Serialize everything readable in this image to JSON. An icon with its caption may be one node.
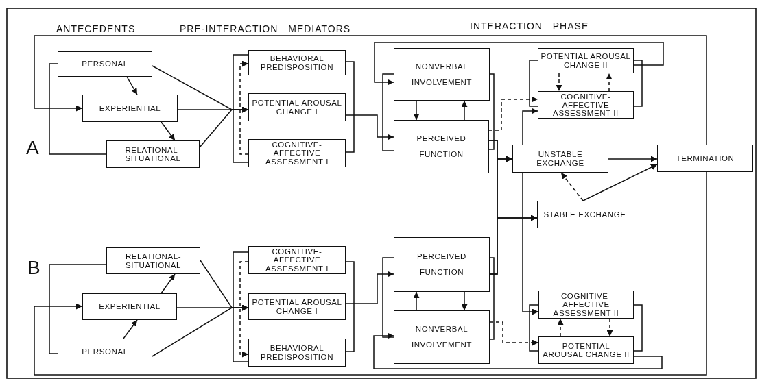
{
  "diagram": {
    "nodes": [
      {
        "text": [
          "PERSONAL"
        ]
      },
      {
        "text": [
          "EXPERIENTIAL"
        ]
      },
      {
        "text": [
          "RELATIONAL-SITUATIONAL"
        ]
      },
      {
        "text": [
          "BEHAVIORAL PREDISPOSITION"
        ]
      },
      {
        "text": [
          "POTENTIAL AROUSAL CHANGE I"
        ]
      },
      {
        "text": [
          "COGNITIVE-AFFECTIVE ASSESSMENT I"
        ]
      },
      {
        "text": [
          "NONVERBAL INVOLVEMENT"
        ]
      },
      {
        "text": [
          "PERCEIVED FUNCTION"
        ]
      },
      {
        "text": [
          "POTENTIAL AROUSAL CHANGE II"
        ]
      },
      {
        "text": [
          "COGNITIVE-AFFECTIVE ASSESSMENT II"
        ]
      },
      {
        "text": [
          "UNSTABLE EXCHANGE"
        ]
      },
      {
        "text": [
          "TERMINATION"
        ]
      },
      {
        "text": [
          "STABLE EXCHANGE"
        ]
      },
      {
        "text": [
          "RELATIONAL-SITUATIONAL"
        ]
      },
      {
        "text": [
          "EXPERIENTIAL"
        ]
      },
      {
        "text": [
          "PERSONAL"
        ]
      },
      {
        "text": [
          "COGNITIVE-AFFECTIVE ASSESSMENT I"
        ]
      },
      {
        "text": [
          "POTENTIAL AROUSAL CHANGE I"
        ]
      },
      {
        "text": [
          "BEHAVIORAL PREDISPOSITION"
        ]
      },
      {
        "text": [
          "PERCEIVED FUNCTION"
        ]
      },
      {
        "text": [
          "NONVERBAL INVOLVEMENT"
        ]
      },
      {
        "text": [
          "COGNITIVE-AFFECTIVE ASSESSMENT II"
        ]
      },
      {
        "text": [
          "POTENTIAL AROUSAL CHANGE II"
        ]
      }
    ],
    "edges": [
      {
        "from": 0,
        "to": 1,
        "arrow": "to"
      },
      {
        "from": 1,
        "to": 2,
        "arrow": "to"
      },
      {
        "from": 0,
        "to": 4,
        "arrow": "to"
      },
      {
        "from": 1,
        "to": 4,
        "arrow": "to"
      },
      {
        "from": 2,
        "to": 4,
        "arrow": "to"
      },
      {
        "from": 5,
        "to": 3,
        "arrow": "to",
        "style": "dashed"
      },
      {
        "from": 4,
        "to": 7,
        "arrow": "to"
      },
      {
        "from": 8,
        "to": 6,
        "arrow": "to"
      },
      {
        "from": 6,
        "to": 7,
        "arrow": "to"
      },
      {
        "from": 7,
        "to": 6,
        "arrow": "to"
      },
      {
        "from": 7,
        "to": 9,
        "arrow": "to",
        "style": "dashed"
      },
      {
        "from": 8,
        "to": 9,
        "arrow": "to",
        "style": "dashed"
      },
      {
        "from": 9,
        "to": 8,
        "arrow": "to",
        "style": "dashed"
      },
      {
        "from": 7,
        "to": 10,
        "arrow": "to"
      },
      {
        "from": 7,
        "to": 12,
        "arrow": "to"
      },
      {
        "from": 19,
        "to": 10,
        "arrow": "to"
      },
      {
        "from": 19,
        "to": 12,
        "arrow": "to"
      },
      {
        "from": 10,
        "to": 9,
        "arrow": "to"
      },
      {
        "from": 10,
        "to": 21,
        "arrow": "to"
      },
      {
        "from": 10,
        "to": 11,
        "arrow": "to"
      },
      {
        "from": 12,
        "to": 11,
        "arrow": "to"
      },
      {
        "from": 12,
        "to": 10,
        "arrow": "to",
        "style": "dashed"
      },
      {
        "from": 11,
        "to": 1,
        "arrow": "to"
      },
      {
        "from": 11,
        "to": 14,
        "arrow": "to"
      },
      {
        "from": 14,
        "to": 13,
        "arrow": "to"
      },
      {
        "from": 15,
        "to": 14,
        "arrow": "to"
      },
      {
        "from": 13,
        "to": 17,
        "arrow": "to"
      },
      {
        "from": 14,
        "to": 17,
        "arrow": "to"
      },
      {
        "from": 15,
        "to": 17,
        "arrow": "to"
      },
      {
        "from": 16,
        "to": 18,
        "arrow": "to",
        "style": "dashed"
      },
      {
        "from": 17,
        "to": 19,
        "arrow": "to"
      },
      {
        "from": 20,
        "to": 19,
        "arrow": "to"
      },
      {
        "from": 19,
        "to": 20,
        "arrow": "to"
      },
      {
        "from": 20,
        "to": 22,
        "arrow": "to",
        "style": "dashed"
      },
      {
        "from": 22,
        "to": 21,
        "arrow": "to",
        "style": "dashed"
      },
      {
        "from": 21,
        "to": 22,
        "arrow": "to",
        "style": "dashed"
      },
      {
        "from": 22,
        "to": 20,
        "arrow": "to"
      },
      {
        "from": 0,
        "to": 2,
        "arrow": "none"
      },
      {
        "from": 3,
        "to": 5,
        "arrow": "none"
      },
      {
        "from": 3,
        "to": 5,
        "arrow": "none"
      },
      {
        "from": 6,
        "to": 7,
        "arrow": "none"
      },
      {
        "from": 6,
        "to": 7,
        "arrow": "none"
      },
      {
        "from": 8,
        "to": 9,
        "arrow": "none"
      },
      {
        "from": 8,
        "to": 9,
        "arrow": "none"
      },
      {
        "from": 13,
        "to": 15,
        "arrow": "none"
      },
      {
        "from": 16,
        "to": 18,
        "arrow": "none"
      },
      {
        "from": 16,
        "to": 18,
        "arrow": "none"
      },
      {
        "from": 19,
        "to": 20,
        "arrow": "none"
      },
      {
        "from": 19,
        "to": 20,
        "arrow": "none"
      },
      {
        "from": 21,
        "to": 22,
        "arrow": "none"
      },
      {
        "from": 21,
        "to": 22,
        "arrow": "none"
      }
    ],
    "labels": [
      "ANTECEDENTS",
      "PRE-INTERACTION MEDIATORS",
      "INTERACTION PHASE",
      "A",
      "B"
    ]
  }
}
